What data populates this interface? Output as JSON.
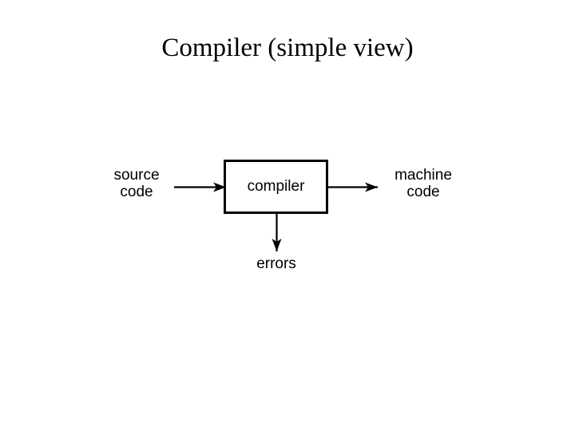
{
  "slide": {
    "title": "Compiler (simple view)",
    "background_color": "#ffffff",
    "ink_color": "#000000"
  },
  "diagram": {
    "type": "flow-diagram",
    "nodes": [
      {
        "id": "source-code",
        "kind": "text-label",
        "lines": [
          "source",
          "code"
        ]
      },
      {
        "id": "compiler",
        "kind": "process-box",
        "label": "compiler"
      },
      {
        "id": "machine-code",
        "kind": "text-label",
        "lines": [
          "machine",
          "code"
        ]
      },
      {
        "id": "errors",
        "kind": "text-label",
        "lines": [
          "errors"
        ]
      }
    ],
    "edges": [
      {
        "id": "edge-source-to-compiler",
        "from": "source-code",
        "to": "compiler",
        "direction": "right"
      },
      {
        "id": "edge-compiler-to-machine",
        "from": "compiler",
        "to": "machine-code",
        "direction": "right"
      },
      {
        "id": "edge-compiler-to-errors",
        "from": "compiler",
        "to": "errors",
        "direction": "down"
      }
    ]
  }
}
